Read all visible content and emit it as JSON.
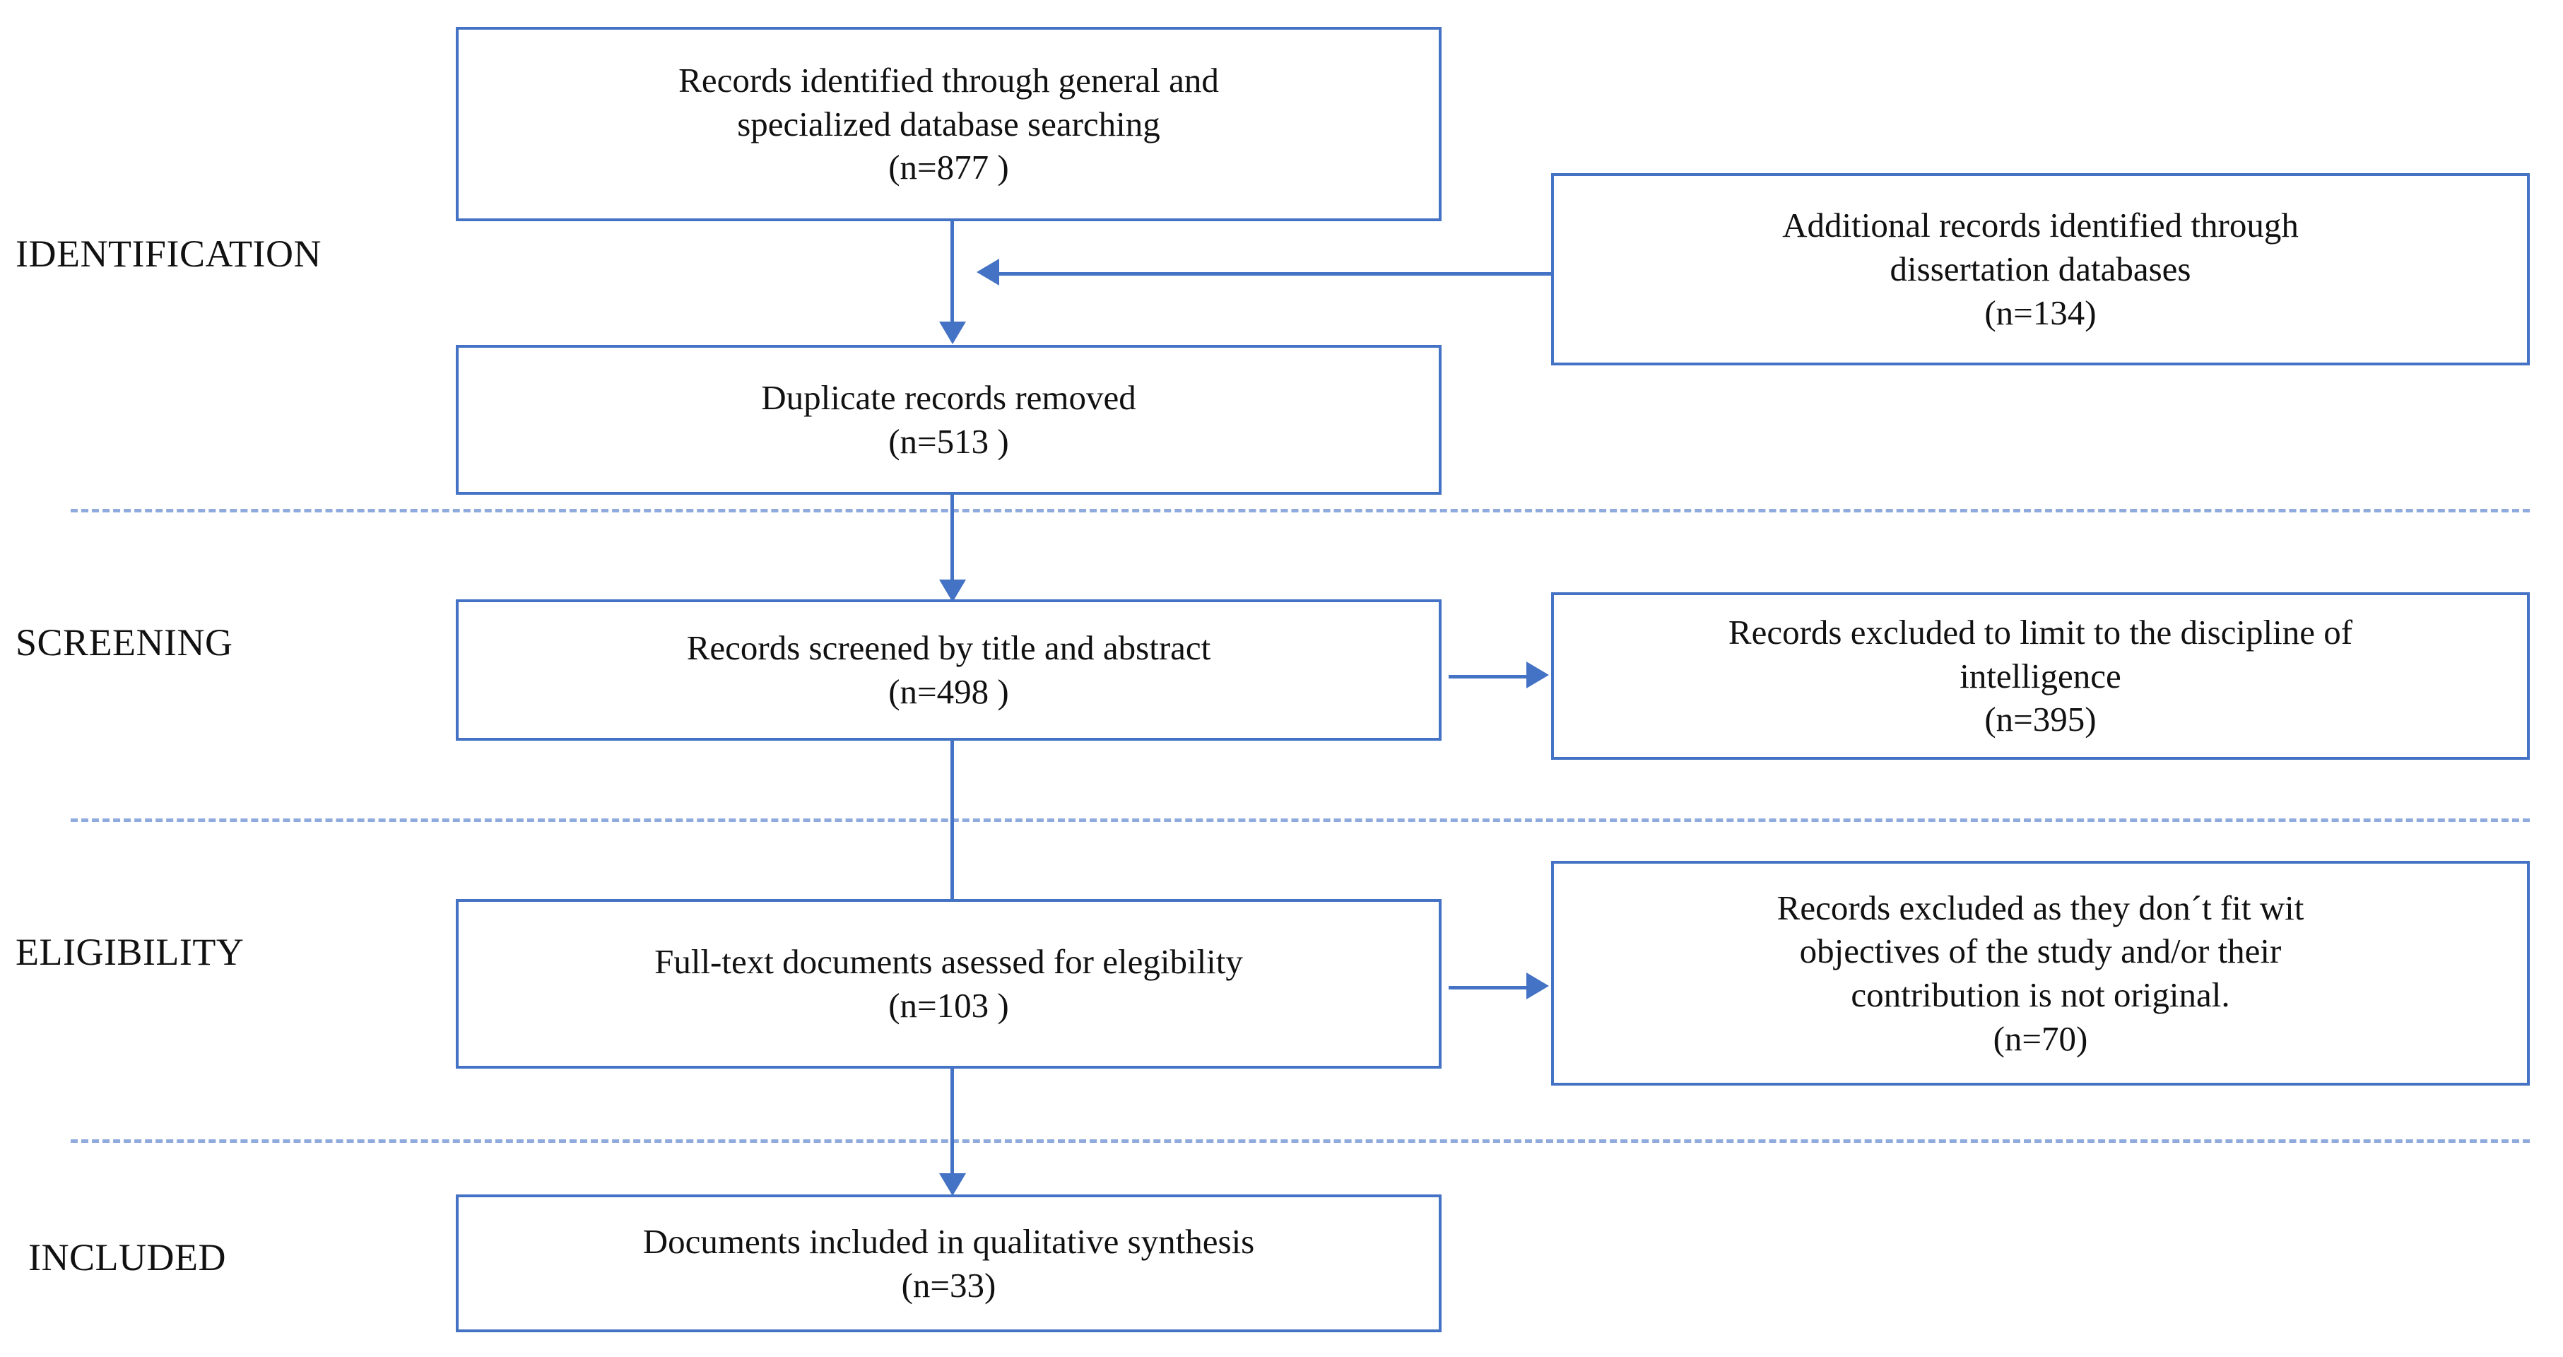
{
  "diagram": {
    "type": "prisma-flow-diagram",
    "accent_color": "#4472C4",
    "divider_color": "#8FAADC",
    "text_color": "#111111",
    "background_color": "#FFFFFF"
  },
  "stages": [
    {
      "id": "identification",
      "label": "IDENTIFICATION"
    },
    {
      "id": "screening",
      "label": "SCREENING"
    },
    {
      "id": "eligibility",
      "label": "ELIGIBILITY"
    },
    {
      "id": "included",
      "label": "INCLUDED"
    }
  ],
  "boxes": {
    "records_identified": {
      "line1": "Records identified through general and",
      "line2": "specialized database searching",
      "line3": "(n=877 )",
      "count": 877
    },
    "additional_records": {
      "line1": "Additional records identified through",
      "line2": "dissertation databases",
      "line3": "(n=134)",
      "count": 134
    },
    "duplicates_removed": {
      "line1": "Duplicate records removed",
      "line2": "(n=513 )",
      "count": 513
    },
    "records_screened": {
      "line1": "Records screened by title and abstract",
      "line2": "(n=498 )",
      "count": 498
    },
    "records_excluded_discipline": {
      "line1": "Records excluded to limit to the discipline of",
      "line2": "intelligence",
      "line3": "(n=395)",
      "count": 395
    },
    "fulltext_assessed": {
      "line1": "Full-text documents asessed for elegibility",
      "line2": "(n=103 )",
      "count": 103
    },
    "records_excluded_objectives": {
      "line1": "Records excluded as they don´t fit  wit",
      "line2": "objectives of the study and/or  their",
      "line3": "contribution is not original.",
      "line4": "(n=70)",
      "count": 70
    },
    "documents_included": {
      "line1": "Documents included in qualitative synthesis",
      "line2": "(n=33)",
      "count": 33
    }
  }
}
